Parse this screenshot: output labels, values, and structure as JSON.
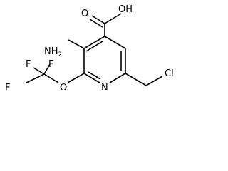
{
  "molecule": {
    "atoms": {
      "oh": "OH",
      "carbonyl_o": "O",
      "nh2": "NH",
      "nh2_sub": "2",
      "ring_n": "N",
      "ether_o": "O",
      "f_top_left": "F",
      "f_top_right": "F",
      "f_left": "F",
      "cl": "Cl"
    },
    "colors": {
      "ink": "#000000",
      "background": "#ffffff"
    }
  }
}
